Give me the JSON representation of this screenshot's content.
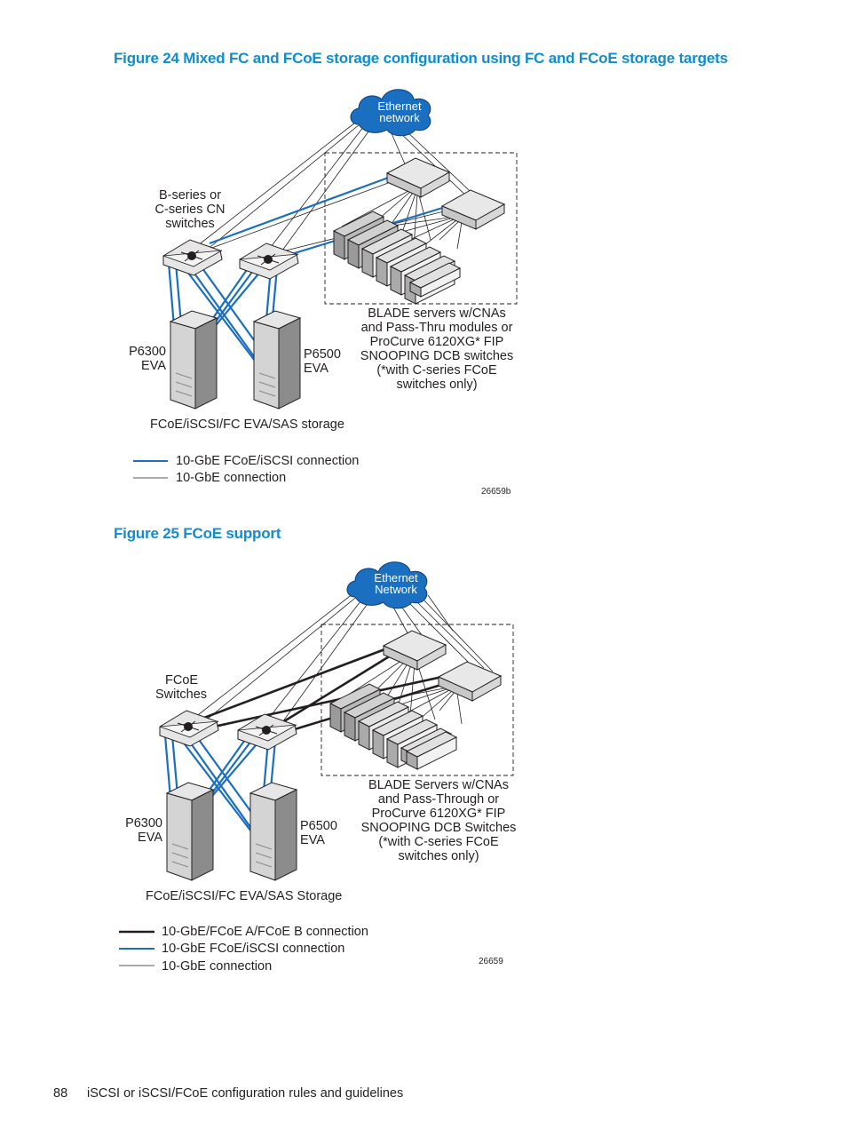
{
  "figure24": {
    "title": "Figure 24 Mixed FC and FCoE storage configuration using FC and FCoE storage targets",
    "cloud_label": [
      "Ethernet",
      "network"
    ],
    "switches_label": [
      "B-series or",
      "C-series CN",
      "switches"
    ],
    "left_storage_label": [
      "P6300",
      "EVA"
    ],
    "right_storage_label": [
      "P6500",
      "EVA"
    ],
    "blade_label": [
      "BLADE servers w/CNAs",
      "and Pass-Thru modules or",
      "ProCurve 6120XG* FIP",
      "SNOOPING DCB switches",
      "(*with C-series FCoE",
      "switches only)"
    ],
    "storage_caption": "FCoE/iSCSI/FC EVA/SAS storage",
    "legend": [
      {
        "label": "10-GbE FCoE/iSCSI connection",
        "color": "#1a6fc0"
      },
      {
        "label": "10-GbE connection",
        "color": "#231f20"
      }
    ],
    "figure_number": "26659b"
  },
  "figure25": {
    "title": "Figure 25 FCoE support",
    "cloud_label": [
      "Ethernet",
      "Network"
    ],
    "switches_label": [
      "FCoE",
      "Switches"
    ],
    "left_storage_label": [
      "P6300",
      "EVA"
    ],
    "right_storage_label": [
      "P6500",
      "EVA"
    ],
    "blade_label": [
      "BLADE Servers w/CNAs",
      "and Pass-Through or",
      "ProCurve 6120XG* FIP",
      "SNOOPING DCB Switches",
      "(*with C-series FCoE",
      "switches only)"
    ],
    "storage_caption": "FCoE/iSCSI/FC EVA/SAS Storage",
    "legend": [
      {
        "label": "10-GbE/FCoE A/FCoE B connection",
        "color": "#231f20"
      },
      {
        "label": "10-GbE FCoE/iSCSI connection",
        "color": "#1a6fc0"
      },
      {
        "label": "10-GbE connection",
        "color": "#231f20"
      }
    ],
    "figure_number": "26659"
  },
  "footer": {
    "page_number": "88",
    "section": "iSCSI or iSCSI/FCoE configuration rules and guidelines"
  },
  "colors": {
    "title": "#0e8dd0",
    "cloud": "#1a6fc0",
    "fcoe_link": "#1a6fc0"
  }
}
